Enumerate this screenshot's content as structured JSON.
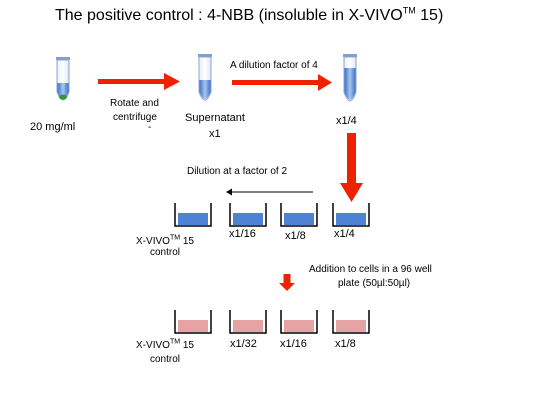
{
  "title": {
    "main": "The positive control : 4-NBB (insoluble in X-VIVO",
    "sup": "TM",
    "suffix": " 15)"
  },
  "step1": {
    "concentration": "20 mg/ml",
    "action_line1": "Rotate and",
    "action_line2": "centrifuge",
    "action_tick": "-"
  },
  "step2": {
    "label_line1": "Supernatant",
    "label_line2": "x1",
    "arrow_label": "A dilution factor of 4",
    "result": "x1/4"
  },
  "row1": {
    "arrow_label": "Dilution at a factor of 2",
    "control_line1": "X-VIVO",
    "control_sup": "TM",
    "control_line1_suffix": " 15",
    "control_line2": "control",
    "wells": [
      "x1/16",
      "x1/8",
      "x1/4"
    ]
  },
  "transfer": {
    "line1": "Addition to cells in a 96 well",
    "line2": "plate (50µl:50µl)"
  },
  "row2": {
    "control_line1": "X-VIVO",
    "control_sup": "TM",
    "control_line1_suffix": " 15",
    "control_line2": "control",
    "wells": [
      "x1/32",
      "x1/16",
      "x1/8"
    ]
  },
  "colors": {
    "arrow_red": "#ee2200",
    "well_blue": "#4f81d4",
    "well_pink": "#e6a3a3",
    "tube_liquid": "#6d9be0",
    "pellet_green": "#2e9a3a"
  }
}
